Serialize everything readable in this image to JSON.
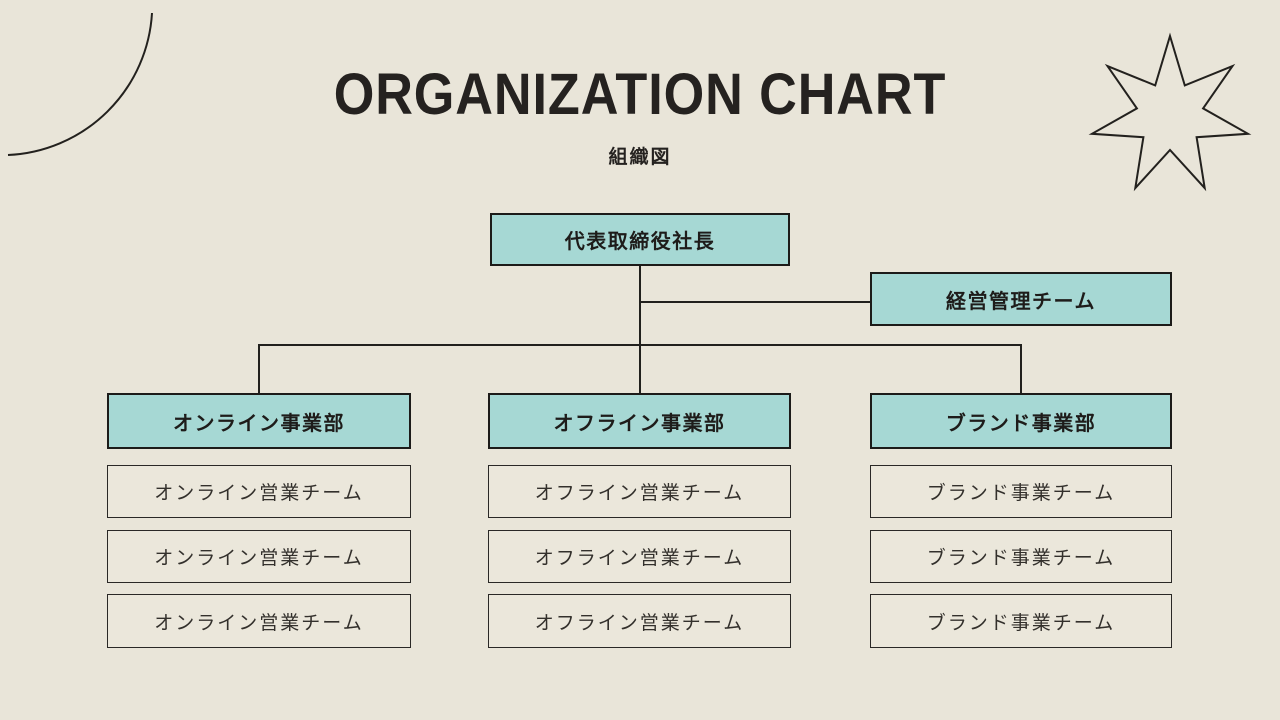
{
  "title": "ORGANIZATION CHART",
  "subtitle": "組織図",
  "colors": {
    "background": "#e9e5d9",
    "node_fill": "#a6d8d4",
    "line": "#21201d"
  },
  "org": {
    "root": {
      "label": "代表取締役社長"
    },
    "staff": {
      "label": "経営管理チーム"
    },
    "divisions": [
      {
        "label": "オンライン事業部",
        "teams": [
          "オンライン営業チーム",
          "オンライン営業チーム",
          "オンライン営業チーム"
        ]
      },
      {
        "label": "オフライン事業部",
        "teams": [
          "オフライン営業チーム",
          "オフライン営業チーム",
          "オフライン営業チーム"
        ]
      },
      {
        "label": "ブランド事業部",
        "teams": [
          "ブランド事業チーム",
          "ブランド事業チーム",
          "ブランド事業チーム"
        ]
      }
    ]
  },
  "decorations": {
    "arc_icon": "quarter-circle-arc",
    "star_icon": "seven-pointed-star"
  }
}
